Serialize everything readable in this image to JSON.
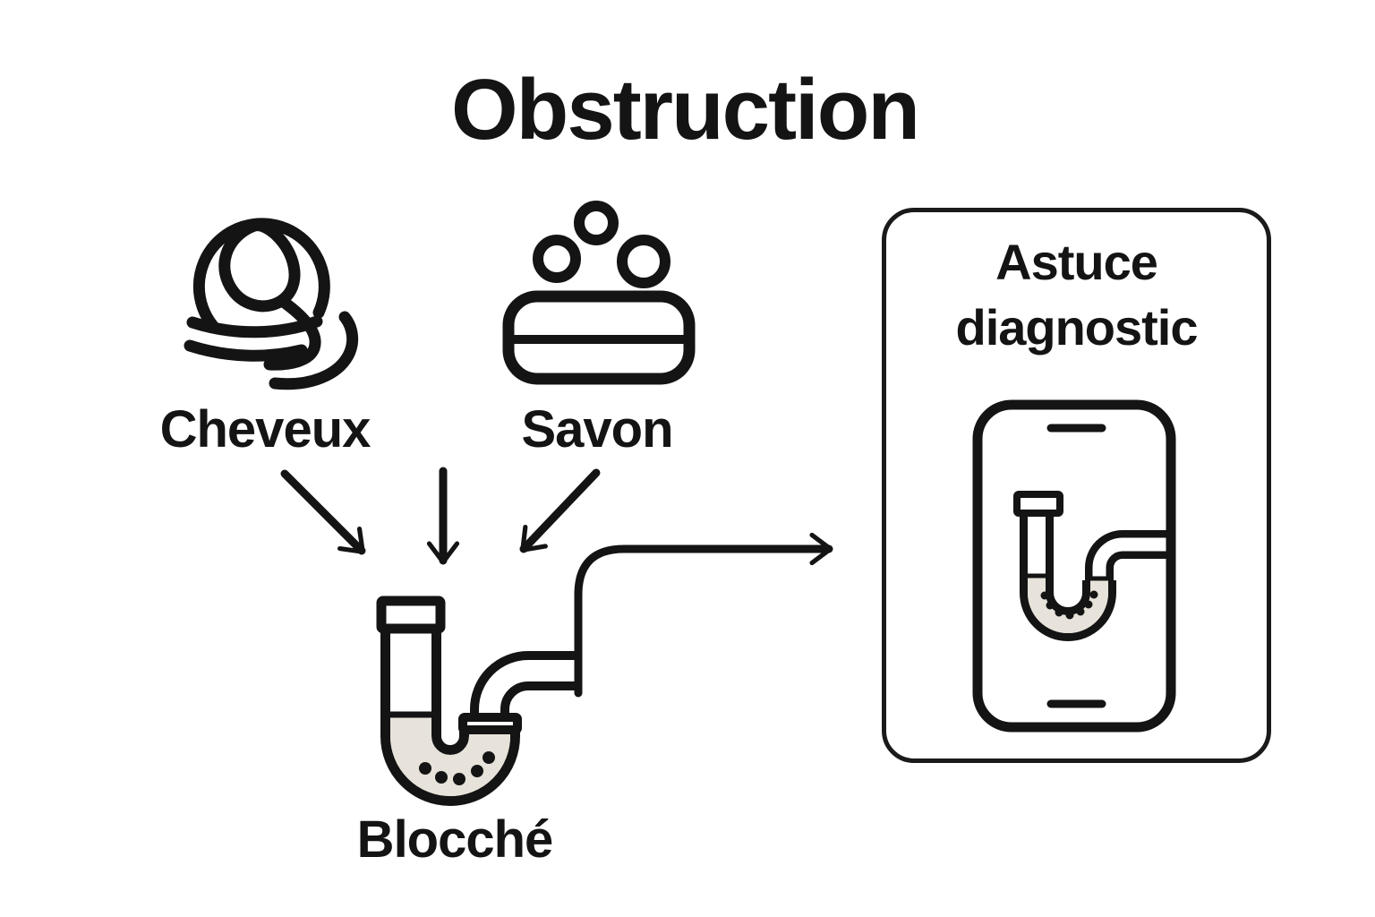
{
  "title": "Obstruction",
  "causes": [
    {
      "label": "Cheveux",
      "icon": "hair-curl-icon"
    },
    {
      "label": "Savon",
      "icon": "soap-bar-icon"
    }
  ],
  "blockage": {
    "label": "Blocché",
    "icon": "clogged-p-trap-icon"
  },
  "panel": {
    "title": "Astuce diagnostic",
    "icon": "phone-pipe-diagnostic-icon"
  },
  "colors": {
    "ink": "#141414",
    "background": "#ffffff",
    "sludge": "#e7e3da",
    "panel_border": "#1a1a1a"
  }
}
